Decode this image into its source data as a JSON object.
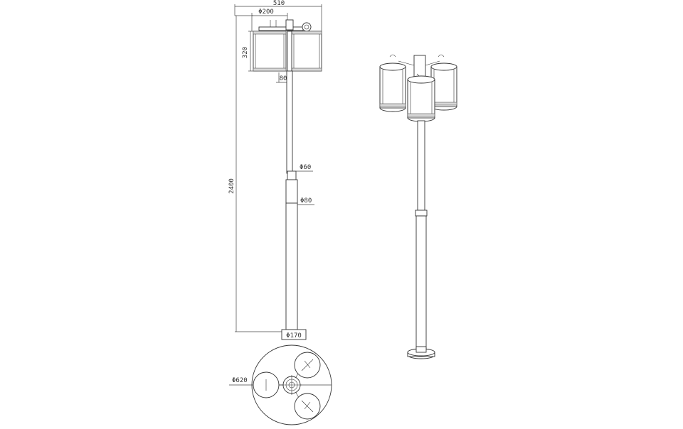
{
  "drawing": {
    "dimensions": {
      "total_width": "510",
      "shade_diameter": "Φ200",
      "shade_height": "320",
      "arm_offset": "80",
      "total_height": "2400",
      "upper_pole_diameter": "Φ60",
      "lower_pole_diameter": "Φ80",
      "base_diameter": "Φ170",
      "spread_diameter": "Φ620"
    }
  }
}
